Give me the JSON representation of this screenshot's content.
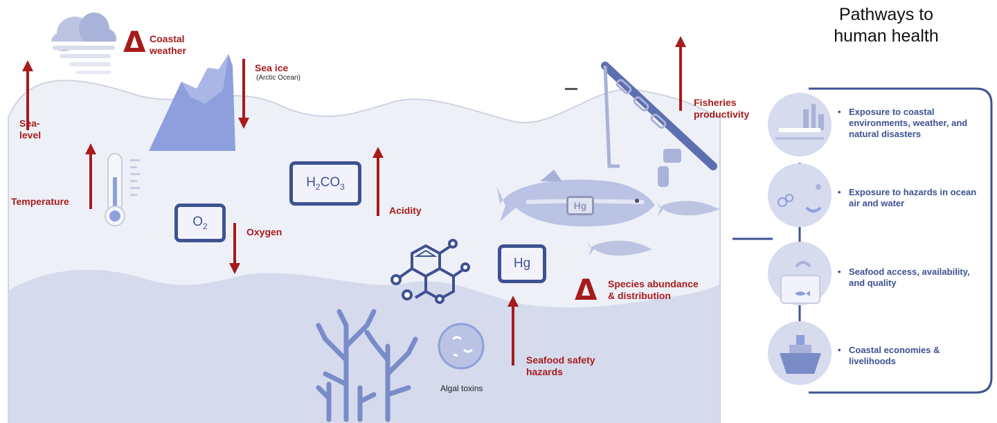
{
  "panel_title": "Pathways to\nhuman health",
  "drivers": {
    "coastal_weather": "Coastal\nweather",
    "sea_ice": "Sea ice",
    "sea_ice_note": "(Arctic Ocean)",
    "sea_level": "Sea-\nlevel",
    "temperature": "Temperature",
    "oxygen": "Oxygen",
    "acidity": "Acidity",
    "fisheries": "Fisheries\nproductivity",
    "species": "Species abundance\n& distribution",
    "seafood_safety": "Seafood safety\nhazards",
    "algal_toxins": "Algal toxins"
  },
  "chemicals": {
    "carbonic_acid": {
      "h": "H",
      "sub1": "2",
      "c": "CO",
      "sub2": "3"
    },
    "oxygen": {
      "o": "O",
      "sub": "2"
    },
    "mercury": "Hg",
    "fish_mercury": "Hg"
  },
  "pathways": [
    {
      "bullet": "•",
      "text": "Exposure to coastal environments, weather, and natural disasters",
      "icon": "coastal-city-icon"
    },
    {
      "bullet": "•",
      "text": "Exposure to hazards in ocean air and water",
      "icon": "ocean-hazards-icon"
    },
    {
      "bullet": "•",
      "text": "Seafood access, availability, and quality",
      "icon": "seafood-can-icon"
    },
    {
      "bullet": "•",
      "text": "Coastal economies & livelihoods",
      "icon": "ship-icon"
    }
  ],
  "colors": {
    "arrow": "#a61b1b",
    "navy": "#3e5192",
    "water": "#eef0f8",
    "deep_water": "#d3d8ec",
    "ice": "#8e9fdd"
  }
}
